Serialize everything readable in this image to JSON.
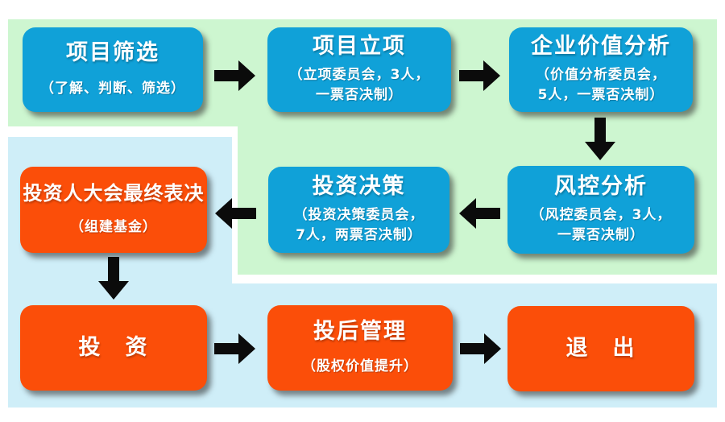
{
  "colors": {
    "panel_green": "#cdf6d0",
    "panel_blue": "#cfeef8",
    "node_blue": "#10a1d8",
    "node_orange": "#fb4e09",
    "arrow": "#0b0b0b",
    "node_text": "#ffffff"
  },
  "nodes": {
    "screening": {
      "title": "项目筛选",
      "sub1": "（了解、判断、筛选）"
    },
    "initiation": {
      "title": "项目立项",
      "sub1": "（立项委员会，3人，",
      "sub2": "一票否决制）"
    },
    "valuation": {
      "title": "企业价值分析",
      "sub1": "（价值分析委员会，",
      "sub2": "5人，一票否决制）"
    },
    "risk": {
      "title": "风控分析",
      "sub1": "（风控委员会，3人，",
      "sub2": "一票否决制）"
    },
    "decision": {
      "title": "投资决策",
      "sub1": "（投资决策委员会，",
      "sub2": "7人，两票否决制）"
    },
    "investor_vote": {
      "title": "投资人大会最终表决",
      "sub1": "（组建基金）"
    },
    "invest": {
      "title": "投　资"
    },
    "post_invest": {
      "title": "投后管理",
      "sub1": "（股权价值提升）"
    },
    "exit": {
      "title": "退　出"
    }
  },
  "arrows": [
    {
      "id": "screening-to-initiation",
      "direction": "right"
    },
    {
      "id": "initiation-to-valuation",
      "direction": "right"
    },
    {
      "id": "valuation-to-risk",
      "direction": "down"
    },
    {
      "id": "risk-to-decision",
      "direction": "left"
    },
    {
      "id": "decision-to-investor-vote",
      "direction": "left"
    },
    {
      "id": "investor-vote-to-invest",
      "direction": "down"
    },
    {
      "id": "invest-to-post-management",
      "direction": "right"
    },
    {
      "id": "post-management-to-exit",
      "direction": "right"
    }
  ]
}
